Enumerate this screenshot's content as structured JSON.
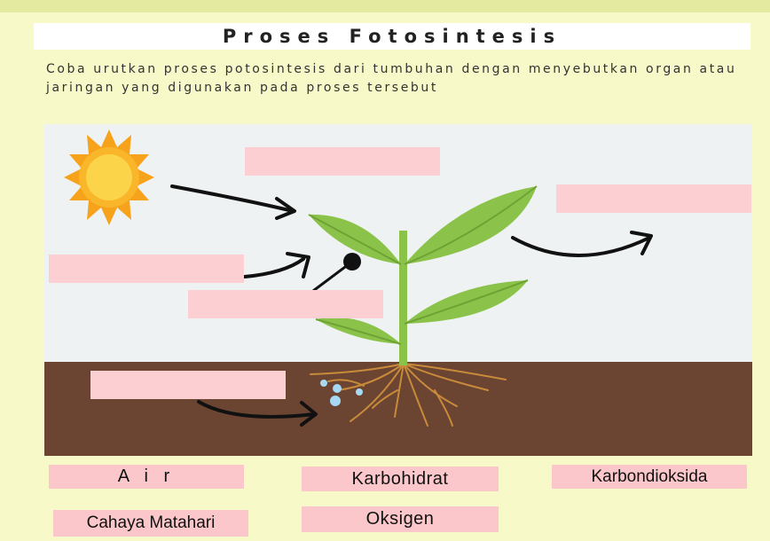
{
  "title": "Proses Fotosintesis",
  "instruction": "Coba urutkan proses potosintesis dari tumbuhan dengan menyebutkan organ atau jaringan yang digunakan pada proses tersebut",
  "answer_slots": [
    {
      "id": "slot-top",
      "value": ""
    },
    {
      "id": "slot-right",
      "value": ""
    },
    {
      "id": "slot-left",
      "value": ""
    },
    {
      "id": "slot-middle",
      "value": ""
    },
    {
      "id": "slot-bottom",
      "value": ""
    }
  ],
  "word_cards": [
    {
      "label": "A i r"
    },
    {
      "label": "Karbohidrat"
    },
    {
      "label": "Karbondioksida"
    },
    {
      "label": "Cahaya Matahari"
    },
    {
      "label": "Oksigen"
    }
  ],
  "colors": {
    "background": "#f7f9c8",
    "sky": "#eef2f2",
    "soil": "#6b4532",
    "leaf": "#8bc34a",
    "card": "#fbc7cb",
    "sun": "#f6a21a"
  }
}
